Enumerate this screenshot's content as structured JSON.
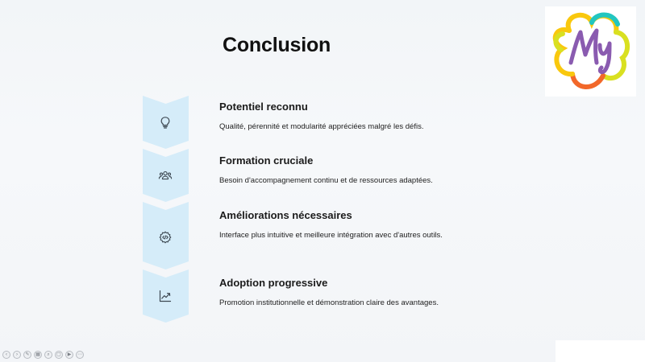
{
  "slide": {
    "title": "Conclusion"
  },
  "logo": {
    "text": "My",
    "colors": [
      "#f9c80e",
      "#22c6c0",
      "#f2682a",
      "#d9e021",
      "#8a5bb0"
    ]
  },
  "items": [
    {
      "title": "Potentiel reconnu",
      "description": "Qualité, pérennité et modularité appréciées malgré les défis.",
      "icon": "lightbulb-icon"
    },
    {
      "title": "Formation cruciale",
      "description": "Besoin d'accompagnement continu et de ressources adaptées.",
      "icon": "users-icon"
    },
    {
      "title": "Améliorations nécessaires",
      "description": "Interface plus intuitive et meilleure intégration avec d'autres outils.",
      "icon": "code-gear-icon"
    },
    {
      "title": "Adoption progressive",
      "description": "Promotion institutionnelle et démonstration claire des avantages.",
      "icon": "trending-chart-icon"
    }
  ],
  "colors": {
    "chevron_fill": "#d5ecf9",
    "icon_stroke": "#3d4852"
  },
  "toolbar": {
    "buttons": [
      "previous-button",
      "next-button",
      "pen-button",
      "slides-button",
      "zoom-button",
      "subtitles-button",
      "camera-button",
      "more-button"
    ]
  }
}
